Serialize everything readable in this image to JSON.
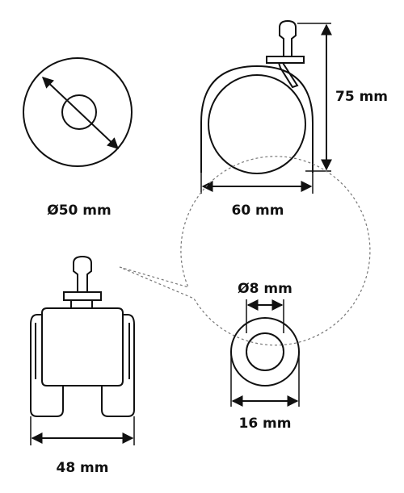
{
  "dimensions": {
    "wheel_diameter": "Ø50 mm",
    "wheel_width": "60 mm",
    "total_height": "75 mm",
    "base_width": "48 mm",
    "stem_diameter": "Ø8 mm",
    "collar_diameter": "16 mm"
  },
  "colors": {
    "line": "#111111",
    "callout_line": "#777777",
    "background": "#ffffff"
  }
}
